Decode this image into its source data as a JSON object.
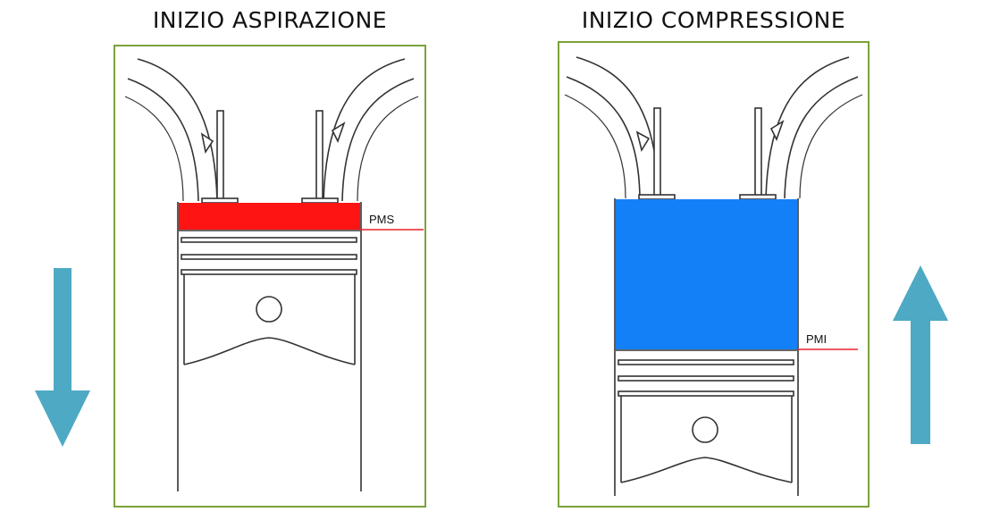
{
  "panels": {
    "left": {
      "title": "INIZIO ASPIRAZIONE",
      "marker_label": "PMS",
      "fill_color": "#ff1414",
      "arrow_direction": "down",
      "arrow_icon": "arrow-down-icon"
    },
    "right": {
      "title": "INIZIO COMPRESSIONE",
      "marker_label": "PMI",
      "fill_color": "#1480f7",
      "arrow_direction": "up",
      "arrow_icon": "arrow-up-icon"
    }
  },
  "colors": {
    "frame_border": "#7aa23a",
    "arrow": "#4ea9c4",
    "marker_line": "#e8202a",
    "outline": "#333333"
  }
}
